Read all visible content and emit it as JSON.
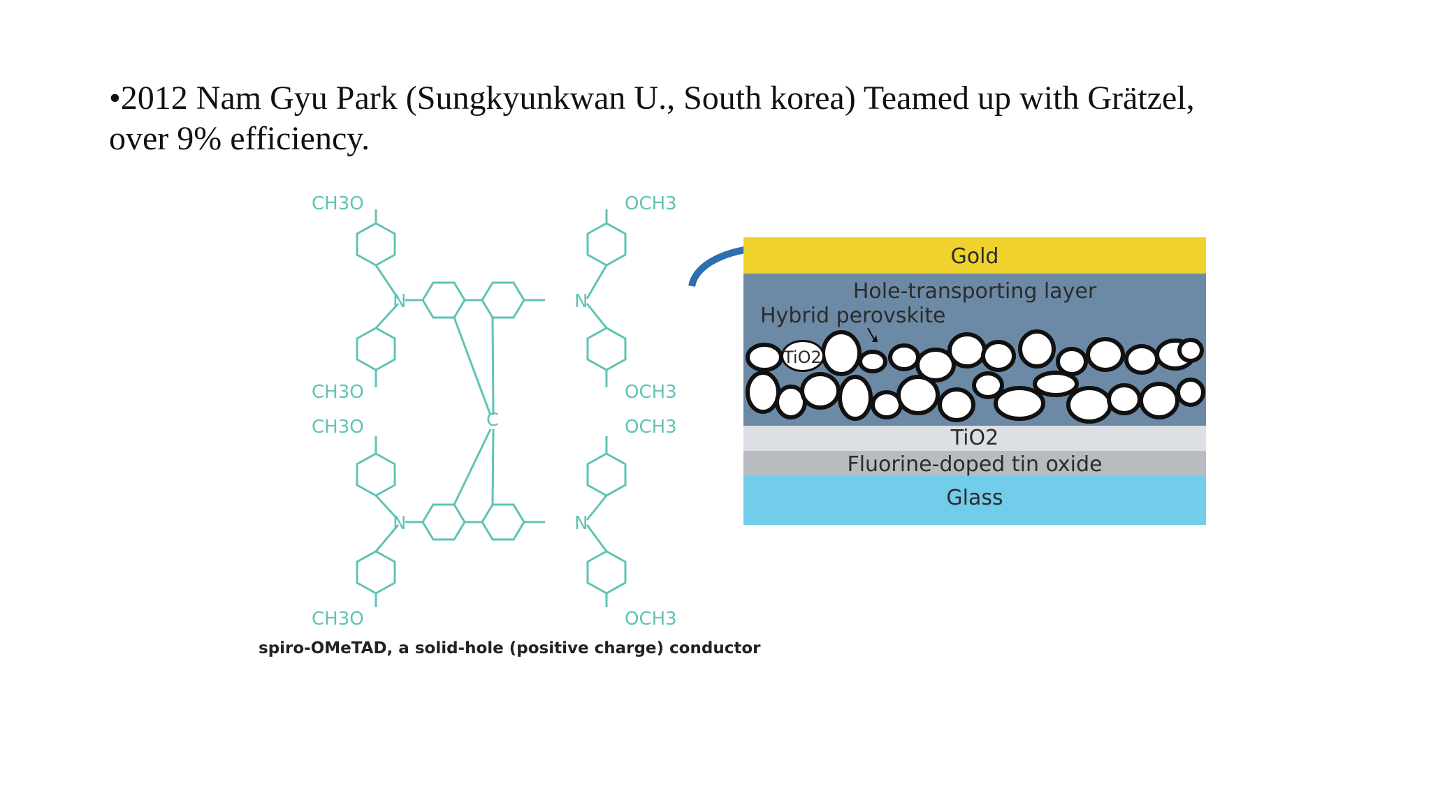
{
  "slide": {
    "line1": "•2012 Nam Gyu Park (Sungkyunkwan U., South korea) Teamed up with Grätzel,",
    "line2": "over 9% efficiency."
  },
  "molecule": {
    "caption": "spiro-OMeTAD, a solid-hole (positive charge) conductor",
    "center_atom": "C",
    "nitrogen": "N",
    "substituents": {
      "tl": "CH3O",
      "tr": "OCH3",
      "ml_upper": "CH3O",
      "mr_upper": "OCH3",
      "ml_lower": "CH3O",
      "mr_lower": "OCH3",
      "bl": "CH3O",
      "br": "OCH3"
    },
    "color": "#5ec4b4"
  },
  "device": {
    "layers": {
      "gold": "Gold",
      "htl": "Hole-transporting layer",
      "perovskite": "Hybrid perovskite",
      "tio2_particle": "TiO2",
      "tio2_layer": "TiO2",
      "fto": "Fluorine-doped tin oxide",
      "glass": "Glass"
    },
    "colors": {
      "gold": "#efd22c",
      "htl": "#6c8aa6",
      "tio2_layer": "#dcdfe3",
      "fto": "#b8bbbf",
      "glass": "#72cdea",
      "arrow": "#2f6fb0"
    }
  }
}
